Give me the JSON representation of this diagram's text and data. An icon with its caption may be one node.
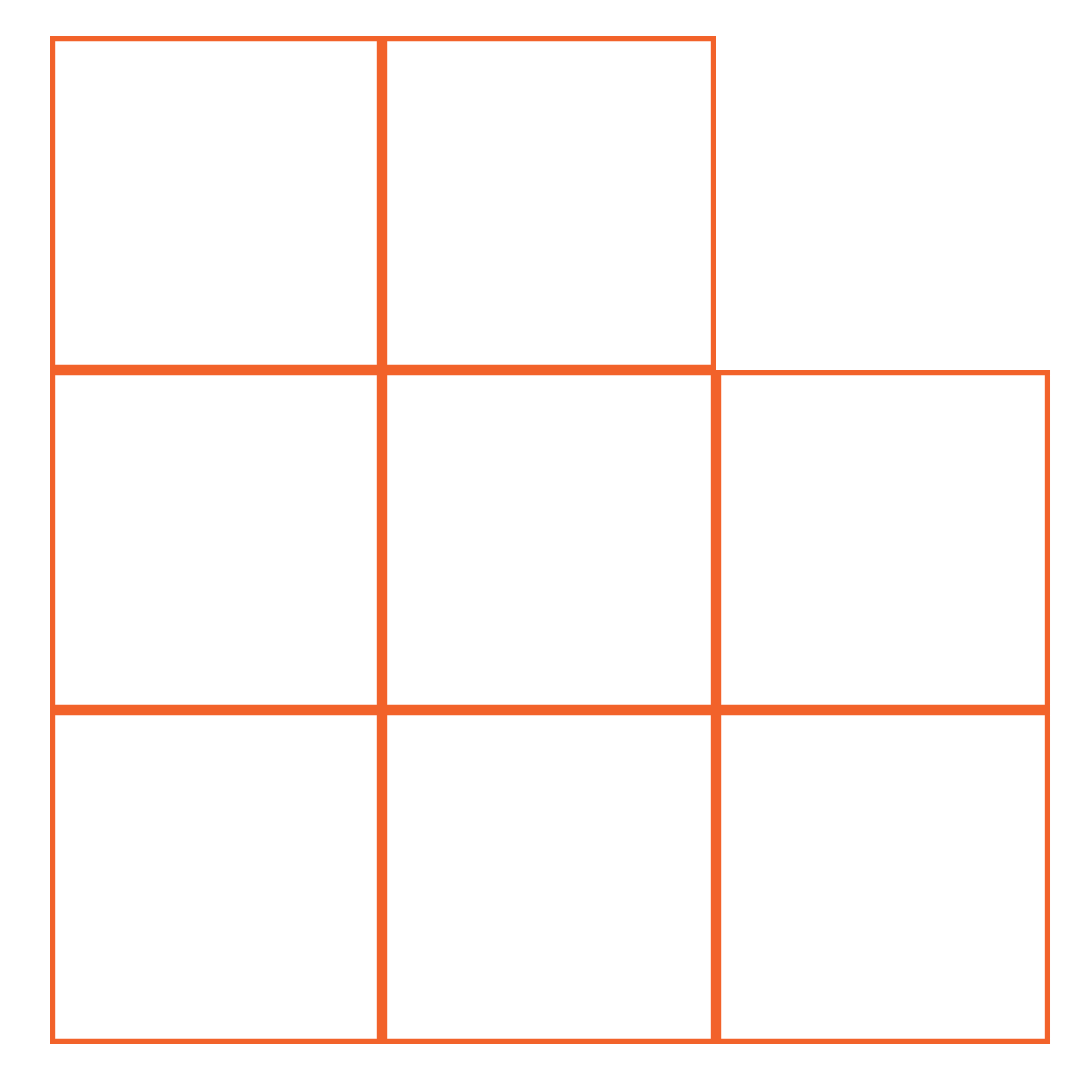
{
  "diagram": {
    "nodes": [
      {
        "text": [],
        "shape": "box"
      },
      {
        "text": [],
        "shape": "box"
      },
      {
        "text": [],
        "shape": "box"
      },
      {
        "text": [],
        "shape": "box"
      },
      {
        "text": [],
        "shape": "box"
      },
      {
        "text": [],
        "shape": "box"
      },
      {
        "text": [],
        "shape": "box"
      },
      {
        "text": [],
        "shape": "box"
      }
    ]
  }
}
